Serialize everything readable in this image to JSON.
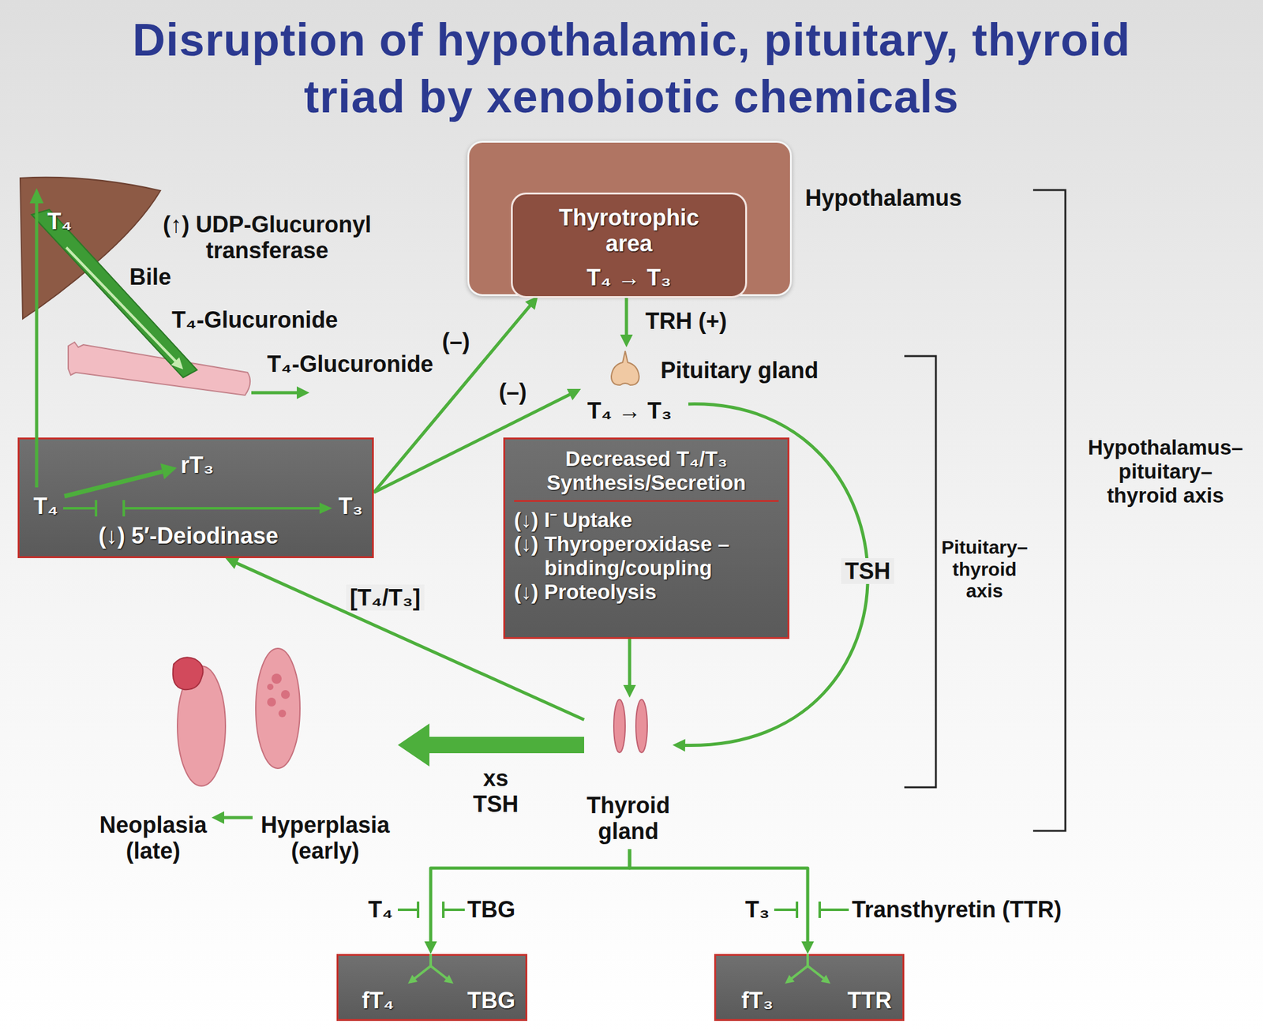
{
  "diagram": {
    "title": "Disruption of hypothalamic, pituitary, thyroid triad by xenobiotic chemicals",
    "nodes": [
      {
        "text": [
          "Hypothalamus"
        ]
      },
      {
        "text": [
          "Thyrotrophic area",
          "T₄ → T₃"
        ],
        "in": 0
      },
      {
        "text": [
          "Pituitary gland",
          "T₄ → T₃"
        ]
      },
      {
        "text": [
          "rT₃",
          "T₄",
          "T₃",
          "(↓) 5′-Deiodinase"
        ]
      },
      {
        "text": [
          "Decreased T₄/T₃ Synthesis/Secretion",
          "(↓) I⁻ Uptake",
          "(↓) Thyroperoxidase – binding/coupling",
          "(↓) Proteolysis"
        ]
      },
      {
        "text": [
          "Thyroid gland"
        ]
      },
      {
        "text": [
          "Neoplasia (late)"
        ]
      },
      {
        "text": [
          "Hyperplasia (early)"
        ]
      },
      {
        "text": [
          "fT₄",
          "TBG"
        ]
      },
      {
        "text": [
          "fT₃",
          "TTR"
        ]
      }
    ],
    "edges": [
      {
        "from": 0,
        "to": 2,
        "label": "TRH (+)",
        "arrow": "to"
      },
      {
        "from": 3,
        "to": 0,
        "label": "(–)",
        "arrow": "to"
      },
      {
        "from": 3,
        "to": 2,
        "label": "(–)",
        "arrow": "to"
      },
      {
        "from": 2,
        "to": 5,
        "label": "TSH",
        "arrow": "to"
      },
      {
        "from": 4,
        "to": 5,
        "arrow": "to"
      },
      {
        "from": 5,
        "to": 3,
        "label": "[T₄/T₃]",
        "arrow": "to"
      },
      {
        "from": 5,
        "to": 7,
        "label": "xs TSH",
        "arrow": "to"
      },
      {
        "from": 7,
        "to": 6,
        "arrow": "to"
      },
      {
        "from": 5,
        "to": 8,
        "arrow": "to"
      },
      {
        "from": 5,
        "to": 9,
        "arrow": "to"
      }
    ],
    "labels": [
      "T₄",
      "(↑) UDP-Glucuronyl transferase",
      "Bile",
      "T₄-Glucuronide",
      "T₄-Glucuronide",
      "T₄",
      "TBG",
      "T₃",
      "Transthyretin (TTR)",
      "Pituitary–thyroid axis",
      "Hypothalamus–pituitary–thyroid axis"
    ]
  }
}
